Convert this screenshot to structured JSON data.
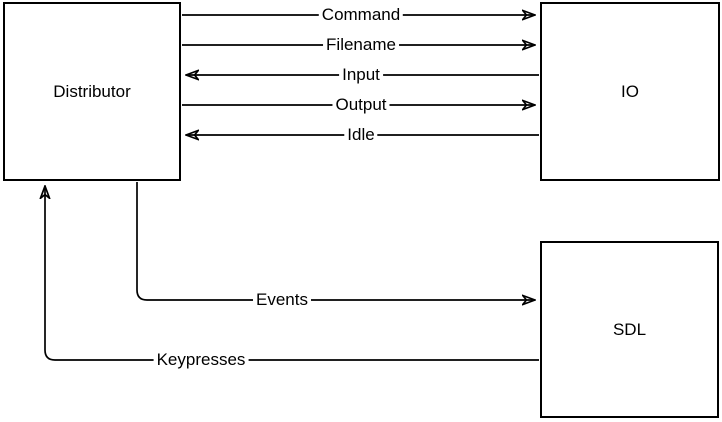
{
  "diagram": {
    "type": "block-diagram",
    "background_color": "#ffffff",
    "stroke_color": "#000000",
    "node_fill_color": "#ffffff",
    "nodes": [
      {
        "label": "Distributor"
      },
      {
        "label": "IO"
      },
      {
        "label": "SDL"
      }
    ],
    "edges": [
      {
        "label": "Command",
        "from": "Distributor",
        "to": "IO"
      },
      {
        "label": "Filename",
        "from": "Distributor",
        "to": "IO"
      },
      {
        "label": "Input",
        "from": "IO",
        "to": "Distributor"
      },
      {
        "label": "Output",
        "from": "Distributor",
        "to": "IO"
      },
      {
        "label": "Idle",
        "from": "IO",
        "to": "Distributor"
      },
      {
        "label": "Events",
        "from": "Distributor",
        "to": "SDL"
      },
      {
        "label": "Keypresses",
        "from": "SDL",
        "to": "Distributor"
      }
    ]
  }
}
